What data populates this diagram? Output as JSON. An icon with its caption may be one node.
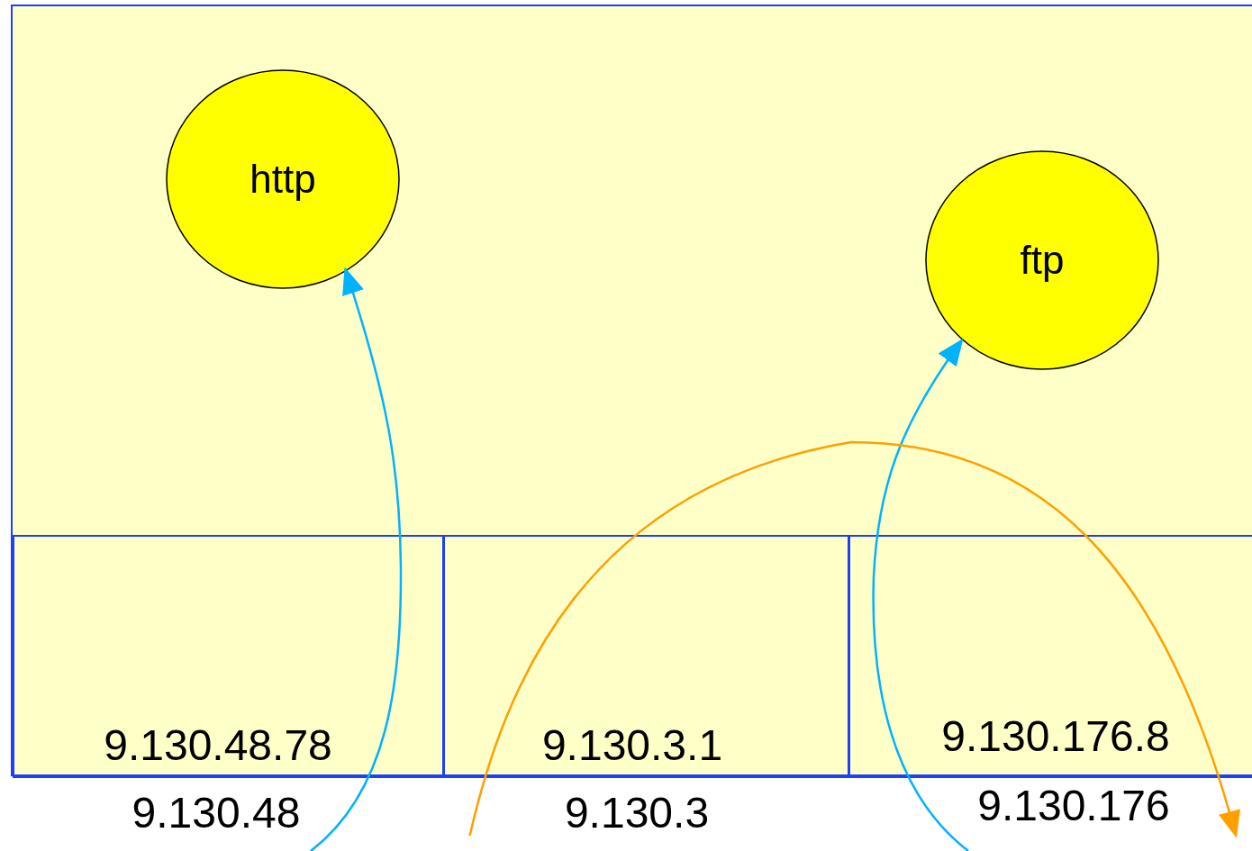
{
  "diagram": {
    "nodes": [
      {
        "text": [],
        "shape": "box"
      },
      {
        "text": [
          "http"
        ],
        "in": 0
      },
      {
        "text": [
          "ftp"
        ],
        "in": 0
      },
      {
        "text": [
          "9.130.48.78",
          "9.130.48"
        ],
        "in": 0
      },
      {
        "text": [
          "9.130.3.1",
          "9.130.3"
        ],
        "in": 0
      },
      {
        "text": [
          "9.130.176.8",
          "9.130.176"
        ],
        "in": 0
      }
    ],
    "edges": [
      {
        "from": null,
        "to": 1,
        "arrow": "to",
        "color": "#00b2ff"
      },
      {
        "from": null,
        "to": 2,
        "arrow": "to",
        "color": "#00b2ff"
      },
      {
        "from": 4,
        "to": 5,
        "arrow": "to",
        "color": "#ffa000"
      }
    ]
  }
}
